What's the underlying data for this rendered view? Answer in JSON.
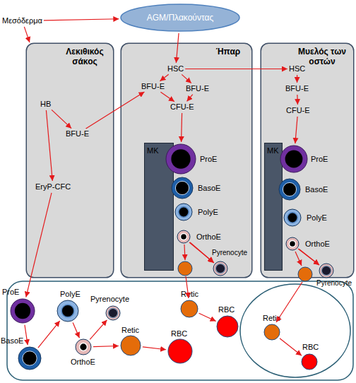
{
  "diagram": {
    "nodes": [
      {
        "text": [
          "Μεσόδερμα"
        ]
      },
      {
        "text": [
          "AGM/Πλακούντας"
        ]
      },
      {
        "text": [
          "Λεκιθικός σάκος"
        ]
      },
      {
        "text": [
          "HB"
        ],
        "in": 2
      },
      {
        "text": [
          "BFU-E"
        ],
        "in": 2
      },
      {
        "text": [
          "EryP-CFC"
        ],
        "in": 2
      },
      {
        "text": [
          "Ήπαρ"
        ]
      },
      {
        "text": [
          "HSC"
        ],
        "in": 6
      },
      {
        "text": [
          "BFU-E"
        ],
        "in": 6
      },
      {
        "text": [
          "BFU-E"
        ],
        "in": 6
      },
      {
        "text": [
          "CFU-E"
        ],
        "in": 6
      },
      {
        "text": [
          "MK"
        ],
        "in": 6
      },
      {
        "text": [
          "ProE"
        ],
        "in": 6
      },
      {
        "text": [
          "BasoE"
        ],
        "in": 6
      },
      {
        "text": [
          "PolyE"
        ],
        "in": 6
      },
      {
        "text": [
          "OrthoE"
        ],
        "in": 6
      },
      {
        "text": [
          "Pyrenocyte"
        ],
        "in": 6
      },
      {
        "text": [
          "Μυελός των οστών"
        ]
      },
      {
        "text": [
          "HSC"
        ],
        "in": 17
      },
      {
        "text": [
          "BFU-E"
        ],
        "in": 17
      },
      {
        "text": [
          "CFU-E"
        ],
        "in": 17
      },
      {
        "text": [
          "MK"
        ],
        "in": 17
      },
      {
        "text": [
          "ProE"
        ],
        "in": 17
      },
      {
        "text": [
          "BasoE"
        ],
        "in": 17
      },
      {
        "text": [
          "PolyE"
        ],
        "in": 17
      },
      {
        "text": [
          "OrthoE"
        ],
        "in": 17
      },
      {
        "text": [
          "Pyrenocyte"
        ],
        "in": 17
      },
      {
        "text": [
          "ProE"
        ]
      },
      {
        "text": [
          "BasoE"
        ]
      },
      {
        "text": [
          "PolyE"
        ]
      },
      {
        "text": [
          "OrthoE"
        ]
      },
      {
        "text": [
          "Pyrenocyte"
        ]
      },
      {
        "text": [
          "Retic"
        ]
      },
      {
        "text": [
          "RBC"
        ]
      },
      {
        "text": [
          "Retic"
        ]
      },
      {
        "text": [
          "RBC"
        ]
      },
      {
        "text": [
          "Retic"
        ]
      },
      {
        "text": [
          "RBC"
        ]
      }
    ],
    "edges": [
      {
        "from": 0,
        "to": 1,
        "arrow": "to"
      },
      {
        "from": 0,
        "to": 2,
        "arrow": "to"
      },
      {
        "from": 1,
        "to": 7,
        "arrow": "to"
      },
      {
        "from": 3,
        "to": 4,
        "arrow": "to"
      },
      {
        "from": 3,
        "to": 5,
        "arrow": "to"
      },
      {
        "from": 4,
        "to": 8,
        "arrow": "to"
      },
      {
        "from": 5,
        "to": 27,
        "arrow": "to"
      },
      {
        "from": 7,
        "to": 8,
        "arrow": "to"
      },
      {
        "from": 7,
        "to": 9,
        "arrow": "to"
      },
      {
        "from": 7,
        "to": 18,
        "arrow": "to"
      },
      {
        "from": 8,
        "to": 10,
        "arrow": "to"
      },
      {
        "from": 9,
        "to": 10,
        "arrow": "to"
      },
      {
        "from": 10,
        "to": 12,
        "arrow": "to"
      },
      {
        "from": 15,
        "to": 16,
        "arrow": "to"
      },
      {
        "from": 18,
        "to": 19,
        "arrow": "to"
      },
      {
        "from": 19,
        "to": 20,
        "arrow": "to"
      },
      {
        "from": 20,
        "to": 22,
        "arrow": "to"
      },
      {
        "from": 25,
        "to": 26,
        "arrow": "to"
      },
      {
        "from": 27,
        "to": 28,
        "arrow": "to"
      },
      {
        "from": 28,
        "to": 29,
        "arrow": "to"
      },
      {
        "from": 29,
        "to": 30,
        "arrow": "to"
      },
      {
        "from": 30,
        "to": 31,
        "arrow": "to"
      },
      {
        "from": 30,
        "to": 32,
        "arrow": "to"
      },
      {
        "from": 32,
        "to": 33,
        "arrow": "to"
      },
      {
        "from": 34,
        "to": 35,
        "arrow": "to"
      },
      {
        "from": 36,
        "to": 37,
        "arrow": "to"
      }
    ]
  }
}
